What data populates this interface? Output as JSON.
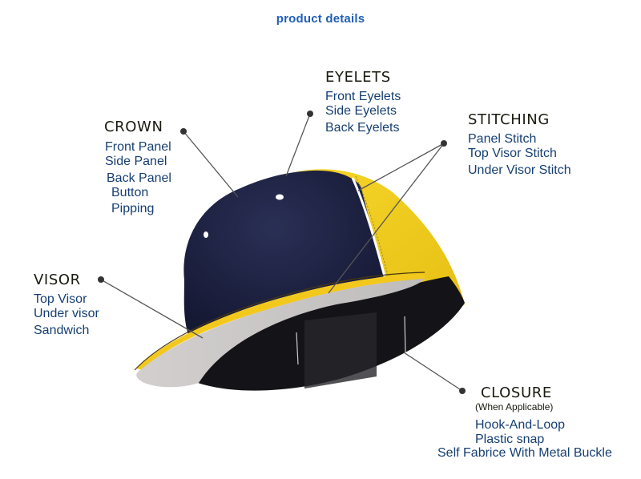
{
  "title": "product details",
  "colors": {
    "title": "#1f5fb8",
    "heading": "#1a1a10",
    "item": "#163f72",
    "leader_line": "#555555",
    "cap_navy": "#1d2142",
    "cap_yellow": "#f0cd1c",
    "visor_under": "#c9c6c6",
    "lining": "#141418"
  },
  "callouts": {
    "crown": {
      "heading": "CROWN",
      "items": [
        "Front Panel",
        "Side Panel",
        "Back Panel",
        "Button",
        "Pipping"
      ]
    },
    "eyelets": {
      "heading": "EYELETS",
      "items": [
        "Front Eyelets",
        "Side Eyelets",
        "Back Eyelets"
      ]
    },
    "stitching": {
      "heading": "STITCHING",
      "items": [
        "Panel Stitch",
        "Top Visor Stitch",
        "Under Visor Stitch"
      ]
    },
    "visor": {
      "heading": "VISOR",
      "items": [
        "Top Visor",
        "Under visor",
        "Sandwich"
      ]
    },
    "closure": {
      "heading": "CLOSURE",
      "subheading": "(When Applicable)",
      "items": [
        "Hook-And-Loop",
        "Plastic snap",
        "Self Fabrice With Metal Buckle"
      ]
    }
  }
}
